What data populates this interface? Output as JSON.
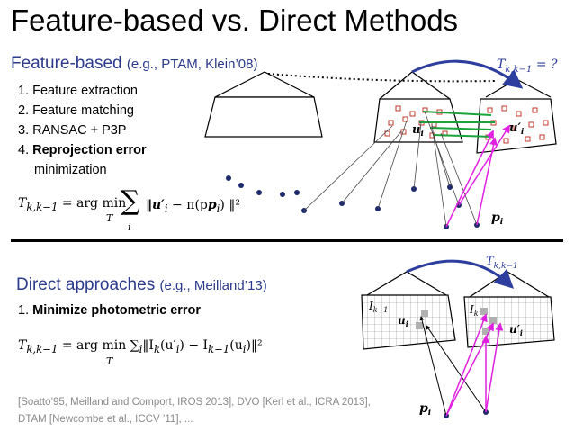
{
  "title": "Feature-based vs. Direct Methods",
  "feature": {
    "heading": "Feature-based",
    "refs": "(e.g., PTAM, Klein’08)",
    "steps": [
      "1. Feature extraction",
      "2. Feature matching",
      "3. RANSAC + P3P"
    ],
    "step4_bold": "Reprojection error",
    "step4_prefix": "4. ",
    "step4_rest": "minimization",
    "eq_lhs": "T",
    "eq_lhs_sub": "k,k−1",
    "eq_eq": "= arg min",
    "eq_T": "T",
    "eq_sum_sub": "i",
    "eq_body": "‖u′",
    "eq_body2": " − π(p",
    "eq_body3": ") ‖²",
    "transform_label": "T",
    "transform_sub": "k,k−1",
    "transform_q": " = ?",
    "u_i": "u",
    "u_prime_i": "u′",
    "p_i": "p",
    "sub_i": "i"
  },
  "direct": {
    "heading": "Direct approaches",
    "refs": "(e.g., Meilland’13)",
    "step_prefix": "1. ",
    "step_bold": "Minimize photometric error",
    "eq_lhs": "T",
    "eq_lhs_sub": "k,k−1",
    "eq_eq": "= arg min",
    "eq_T": "T",
    "eq_body": "∑",
    "eq_body2": "‖I",
    "eq_body3": "(u′",
    "eq_body4": ") − I",
    "eq_body5": "(u",
    "eq_body6": ")‖²",
    "sub_i": "i",
    "sub_k": "k",
    "sub_km1": "k−1",
    "transform_label": "T",
    "transform_sub": "k,k−1",
    "I_km1": "I",
    "I_km1_sub": "k−1",
    "I_k": "I",
    "I_k_sub": "k",
    "u_i": "u",
    "u_prime_i": "u′",
    "p_i": "p"
  },
  "references": "[Soatto’95, Meilland and Comport, IROS 2013], DVO [Kerl et al., ICRA 2013], DTAM [Newcombe et al., ICCV ’11], ...",
  "colors": {
    "heading": "#2b3a8c",
    "arc": "#2e3e9e",
    "match_lines": "#1aa33a",
    "magenta": "#e020e0",
    "feature_box": "#c0392b",
    "points": "#1d2a6e",
    "ref_text": "#8a8a8a"
  }
}
